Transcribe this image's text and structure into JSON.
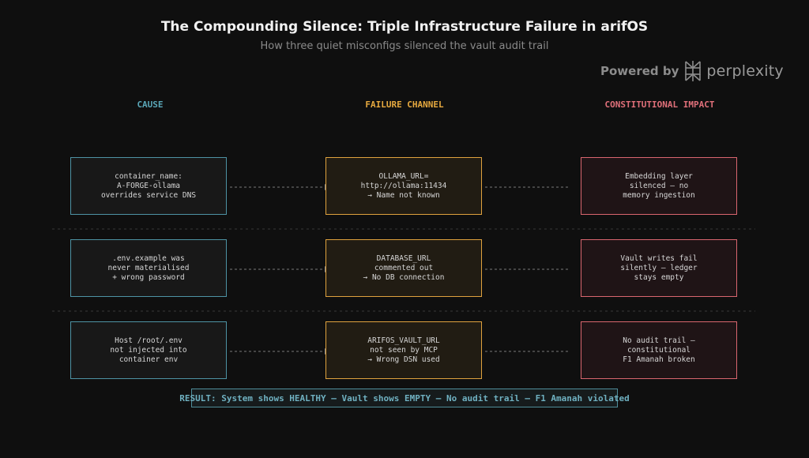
{
  "title": "The Compounding Silence: Triple Infrastructure Failure in arifOS",
  "subtitle": "How three quiet misconfigs silenced the vault audit trail",
  "brand": {
    "prefix": "Powered by",
    "name": "perplexity",
    "icon": "perplexity-logo-icon"
  },
  "columns": {
    "cause": "CAUSE",
    "channel": "FAILURE CHANNEL",
    "impact": "CONSTITUTIONAL IMPACT"
  },
  "rows": [
    {
      "cause": "container_name:\nA-FORGE-ollama\noverrides service DNS",
      "channel": "OLLAMA_URL=\nhttp://ollama:11434\n→ Name not known",
      "impact": "Embedding layer\nsilenced — no\nmemory ingestion"
    },
    {
      "cause": ".env.example was\nnever materialised\n+ wrong password",
      "channel": "DATABASE_URL\ncommented out\n→ No DB connection",
      "impact": "Vault writes fail\nsilently — ledger\nstays empty"
    },
    {
      "cause": "Host /root/.env\nnot injected into\ncontainer env",
      "channel": "ARIFOS_VAULT_URL\nnot seen by MCP\n→ Wrong DSN used",
      "impact": "No audit trail —\nconstitutional\nF1 Amanah broken"
    }
  ],
  "result": "RESULT: System shows HEALTHY — Vault shows EMPTY — No audit trail — F1 Amanah violated",
  "colors": {
    "cause": "#4e93a4",
    "channel": "#e0a23e",
    "impact": "#d9666f",
    "arrow": "#7a7a7a"
  }
}
